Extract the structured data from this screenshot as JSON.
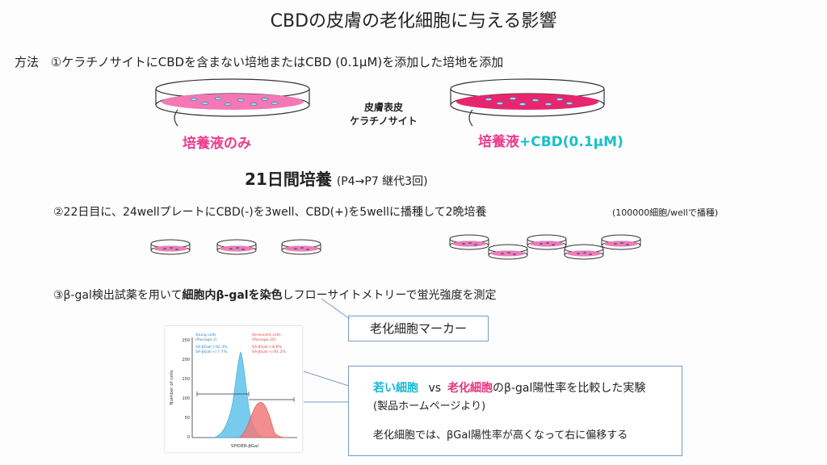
{
  "title": "CBDの皮膚の老化細胞に与える影響",
  "method": {
    "label": "方法",
    "step1": "①ケラチノサイトにCBDを含まない培地またはCBD (0.1μM)を添加した培地を添加"
  },
  "dishes": {
    "left_label": "培養液のみ",
    "right_label_a": "培養液",
    "right_label_b": "+CBD(0.1μM)",
    "center_line1": "皮膚表皮",
    "center_line2": "ケラチノサイト"
  },
  "culture": {
    "main": "21日間培養",
    "sub": "(P4→P7 継代3回)"
  },
  "step2": {
    "text": "②22日目に、24wellプレートにCBD(-)を3well、CBD(+)を5wellに播種して2晩培養",
    "note": "(100000細胞/wellで播種)"
  },
  "step3": {
    "part1": "③β-gal検出試薬を用いて",
    "part2": "細胞内β-galを染色",
    "part3": "しフローサイトメトリーで蛍光強度を測定"
  },
  "marker_box": "老化細胞マーカー",
  "callout": {
    "young": "若い細胞",
    "vs": "vs",
    "senescent": "老化細胞",
    "rest": "のβ-gal陽性率を比較した実験",
    "source": "(製品ホームページより)",
    "conclusion": "老化細胞では、βGal陽性率が高くなって右に偏移する"
  },
  "plot": {
    "ylabel": "Number of cells",
    "xlabel": "SPiDER-βGal",
    "young_title": "Young cells",
    "young_passage": "(Passage 2)",
    "young_neg": "SA-βGal(-):92.3%",
    "young_pos": "SA-βGal(+):7.7%",
    "sen_title": "Senescent cells",
    "sen_passage": "(Passage 20)",
    "sen_neg": "SA-βGal(-):8.8%",
    "sen_pos": "SA-βGal(+):91.2%",
    "y_ticks": [
      "0",
      "50",
      "100",
      "150",
      "200",
      "250"
    ],
    "colors": {
      "young": "#5fc3ea",
      "senescent": "#f07a7a"
    }
  },
  "colors": {
    "pink": "#ec3c8c",
    "teal": "#18c0c8",
    "box_border": "#7a9bc8"
  }
}
